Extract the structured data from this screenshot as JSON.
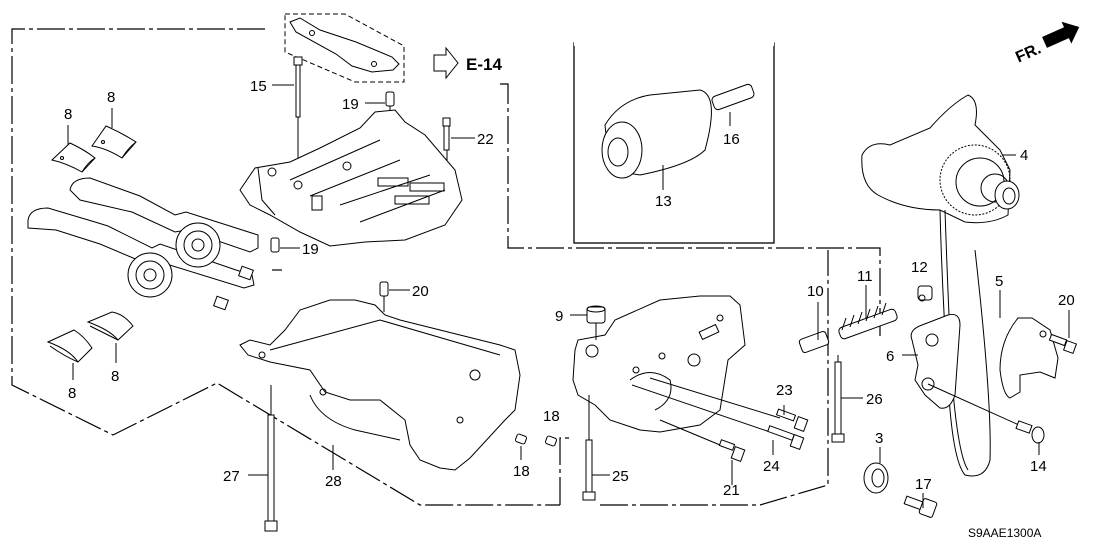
{
  "diagram": {
    "code": "S9AAE1300A",
    "reference": "E-14",
    "front_indicator": "FR.",
    "parts": [
      {
        "id": "p3",
        "label": "3"
      },
      {
        "id": "p4",
        "label": "4"
      },
      {
        "id": "p5",
        "label": "5"
      },
      {
        "id": "p6",
        "label": "6"
      },
      {
        "id": "p8a",
        "label": "8"
      },
      {
        "id": "p8b",
        "label": "8"
      },
      {
        "id": "p8c",
        "label": "8"
      },
      {
        "id": "p8d",
        "label": "8"
      },
      {
        "id": "p9",
        "label": "9"
      },
      {
        "id": "p10",
        "label": "10"
      },
      {
        "id": "p11",
        "label": "11"
      },
      {
        "id": "p12",
        "label": "12"
      },
      {
        "id": "p13",
        "label": "13"
      },
      {
        "id": "p14",
        "label": "14"
      },
      {
        "id": "p15",
        "label": "15"
      },
      {
        "id": "p16",
        "label": "16"
      },
      {
        "id": "p17",
        "label": "17"
      },
      {
        "id": "p18a",
        "label": "18"
      },
      {
        "id": "p18b",
        "label": "18"
      },
      {
        "id": "p19a",
        "label": "19"
      },
      {
        "id": "p19b",
        "label": "19"
      },
      {
        "id": "p19c",
        "label": "19"
      },
      {
        "id": "p20",
        "label": "20"
      },
      {
        "id": "p21",
        "label": "21"
      },
      {
        "id": "p22",
        "label": "22"
      },
      {
        "id": "p23",
        "label": "23"
      },
      {
        "id": "p24",
        "label": "24"
      },
      {
        "id": "p25",
        "label": "25"
      },
      {
        "id": "p26",
        "label": "26"
      },
      {
        "id": "p27",
        "label": "27"
      },
      {
        "id": "p28",
        "label": "28"
      }
    ]
  }
}
